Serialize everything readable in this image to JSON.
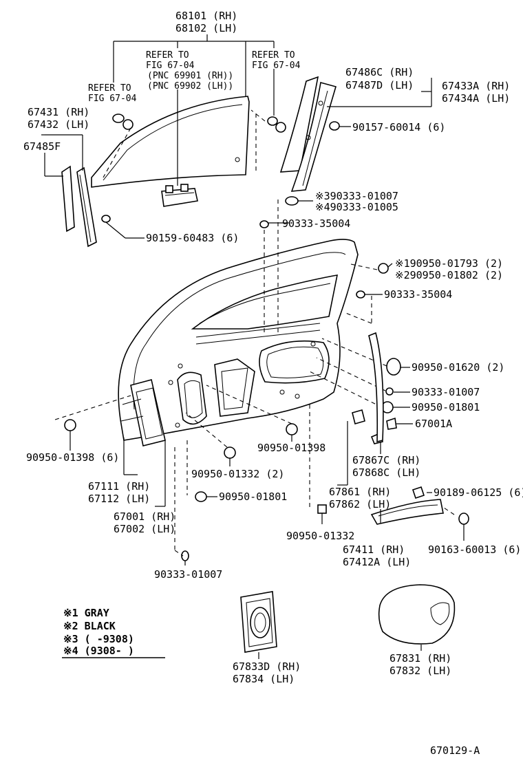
{
  "callouts": {
    "glass_rh": "68101 (RH)",
    "glass_lh": "68102 (LH)",
    "refer_a_1": "REFER TO",
    "refer_a_2": "FIG 67-04",
    "refer_a_3": "(PNC 69901 (RH))",
    "refer_a_4": "(PNC 69902 (LH))",
    "refer_b_1": "REFER TO",
    "refer_b_2": "FIG 67-04",
    "refer_c_1": "REFER TO",
    "refer_c_2": "FIG 67-04",
    "run_front_rh": "67431 (RH)",
    "run_front_lh": "67432 (LH)",
    "run_front_f": "67485F",
    "bolt_60483": "90159-60483 (6)",
    "run_rear_c": "67486C (RH)",
    "run_rear_d": "67487D (LH)",
    "run_rear_rh": "67433A (RH)",
    "run_rear_lh": "67434A (LH)",
    "bolt_60014": "90157-60014 (6)",
    "clip_01007_s3": "※390333-01007",
    "clip_01005_s4": "※490333-01005",
    "plug_35004_a": "90333-35004",
    "plug_01793": "※190950-01793 (2)",
    "plug_01802": "※290950-01802 (2)",
    "plug_35004_b": "90333-35004",
    "plug_01620": "90950-01620 (2)",
    "plug_01007_a": "90333-01007",
    "plug_01801_a": "90950-01801",
    "part_67001a": "67001A",
    "plug_01398_6": "90950-01398 (6)",
    "plug_01398": "90950-01398",
    "seal_rh": "67867C (RH)",
    "seal_lh": "67868C (LH)",
    "plug_01332_2": "90950-01332 (2)",
    "wstrip_rh": "67111 (RH)",
    "wstrip_lh": "67112 (LH)",
    "plug_01801_b": "90950-01801",
    "panel_rh": "67001 (RH)",
    "panel_lh": "67002 (LH)",
    "film_rh": "67861 (RH)",
    "film_lh": "67862 (LH)",
    "screw_06125": "90189-06125 (6)",
    "plug_01332": "90950-01332",
    "hinge_rh": "67411  (RH)",
    "hinge_lh": "67412A (LH)",
    "bolt_60013": "90163-60013 (6)",
    "plug_01007_b": "90333-01007",
    "cover_rh": "67833D (RH)",
    "cover_lh": "67834  (LH)",
    "pad_rh": "67831 (RH)",
    "pad_lh": "67832 (LH)"
  },
  "legend": [
    "※1 GRAY",
    "※2 BLACK",
    "※3 (      -9308)",
    "※4 (9308-      )"
  ],
  "figure_number": "670129-A"
}
